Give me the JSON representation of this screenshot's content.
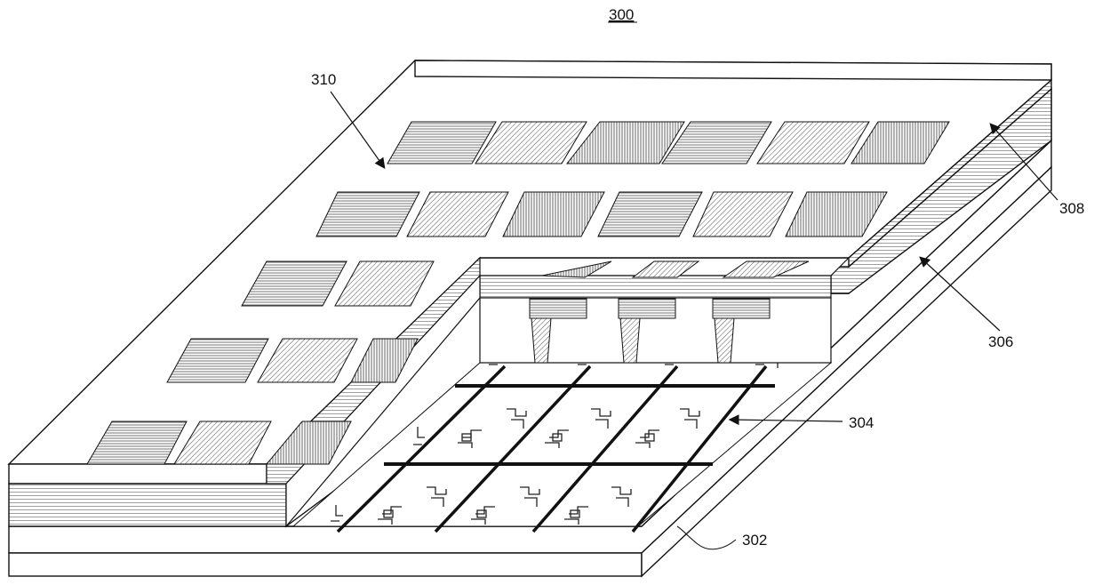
{
  "figure": {
    "number": "300",
    "labels": {
      "substrate": "302",
      "circuit_layer": "304",
      "middle_layer": "306",
      "top_layer": "308",
      "pixel_array": "310"
    }
  }
}
